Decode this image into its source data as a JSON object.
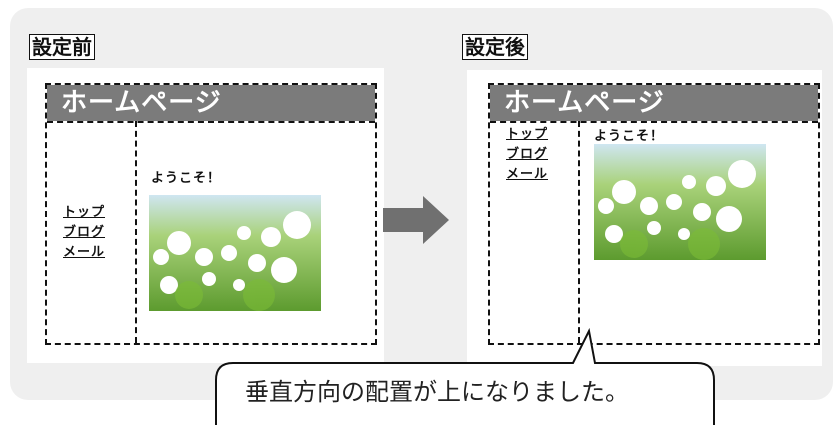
{
  "before": {
    "label": "設定前",
    "header": "ホームページ",
    "nav": [
      "トップ",
      "ブログ",
      "メール"
    ],
    "welcome": "ようこそ！"
  },
  "after": {
    "label": "設定後",
    "header": "ホームページ",
    "nav": [
      "トップ",
      "ブログ",
      "メール"
    ],
    "welcome": "ようこそ！"
  },
  "callout": "垂直方向の配置が上になりました。",
  "colors": {
    "panel": "#efefef",
    "header": "#7b7b7b",
    "arrow": "#707070"
  }
}
